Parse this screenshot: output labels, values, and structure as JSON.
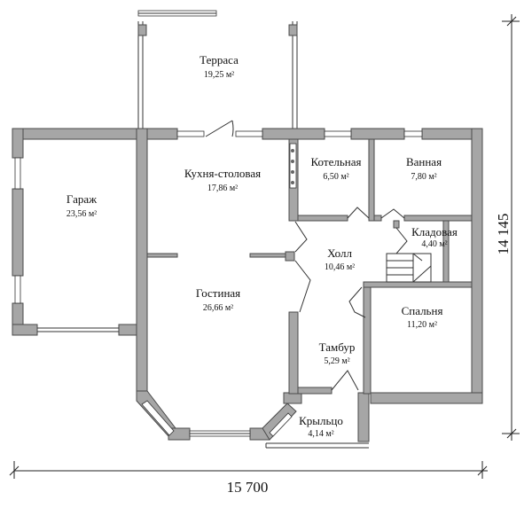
{
  "rooms": [
    {
      "id": "terrace",
      "name": "Терраса",
      "area": "19,25 м²"
    },
    {
      "id": "kitchen",
      "name": "Кухня-столовая",
      "area": "17,86 м²"
    },
    {
      "id": "boiler",
      "name": "Котельная",
      "area": "6,50 м²"
    },
    {
      "id": "bathroom",
      "name": "Ванная",
      "area": "7,80 м²"
    },
    {
      "id": "garage",
      "name": "Гараж",
      "area": "23,56 м²"
    },
    {
      "id": "pantry",
      "name": "Кладовая",
      "area": "4,40 м²"
    },
    {
      "id": "hall",
      "name": "Холл",
      "area": "10,46 м²"
    },
    {
      "id": "living",
      "name": "Гостиная",
      "area": "26,66 м²"
    },
    {
      "id": "bedroom",
      "name": "Спальня",
      "area": "11,20 м²"
    },
    {
      "id": "vestibule",
      "name": "Тамбур",
      "area": "5,29 м²"
    },
    {
      "id": "porch",
      "name": "Крыльцо",
      "area": "4,14 м²"
    }
  ],
  "dimensions": {
    "width": "15 700",
    "depth": "14 145"
  }
}
